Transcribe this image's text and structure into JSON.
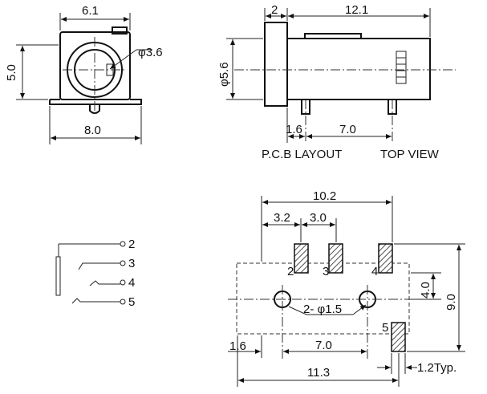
{
  "front_view": {
    "width_top": "6.1",
    "hole_dia": "φ3.6",
    "height": "5.0",
    "width_bottom": "8.0"
  },
  "side_view": {
    "flange": "2",
    "length": "12.1",
    "dia": "φ5.6",
    "pin_offset": "1.6",
    "pin_pitch": "7.0"
  },
  "captions": {
    "pcb_layout": "P.C.B LAYOUT",
    "top_view": "TOP VIEW"
  },
  "schematic": {
    "pins": [
      "2",
      "3",
      "4",
      "5"
    ]
  },
  "pcb": {
    "overall_width": "10.2",
    "pitch_1": "3.2",
    "pitch_2": "3.0",
    "pad_labels": [
      "2",
      "3",
      "4",
      "5"
    ],
    "right_small": "4.0",
    "right_large": "9.0",
    "hole_label": "2- φ1.5",
    "left_offset": "1.6",
    "hole_pitch": "7.0",
    "bottom_width": "11.3",
    "pad_width": "1.2Typ."
  }
}
